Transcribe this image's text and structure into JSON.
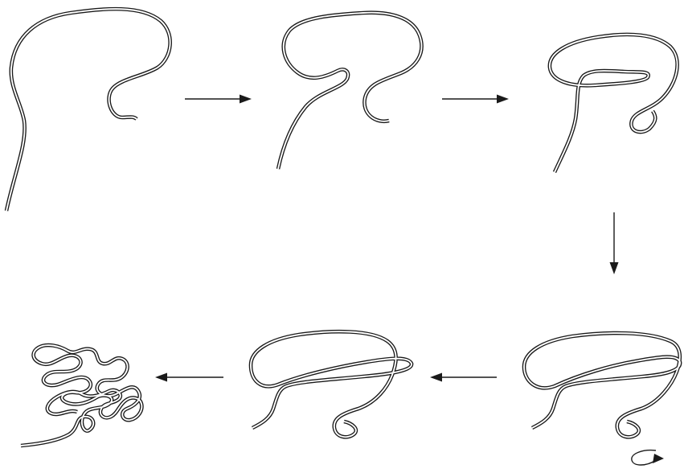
{
  "figure": {
    "panels": [
      {
        "id": "stage-1"
      },
      {
        "id": "stage-2"
      },
      {
        "id": "stage-3"
      },
      {
        "id": "stage-4"
      },
      {
        "id": "stage-5"
      },
      {
        "id": "stage-6"
      }
    ],
    "arrows": [
      {
        "from": "stage-1",
        "to": "stage-2",
        "direction": "right"
      },
      {
        "from": "stage-2",
        "to": "stage-3",
        "direction": "right"
      },
      {
        "from": "stage-3",
        "to": "stage-4",
        "direction": "down"
      },
      {
        "from": "stage-4",
        "to": "stage-5",
        "direction": "left"
      },
      {
        "from": "stage-5",
        "to": "stage-6",
        "direction": "left"
      }
    ],
    "colors": {
      "line": "#1a1a1a",
      "background": "#ffffff"
    }
  }
}
